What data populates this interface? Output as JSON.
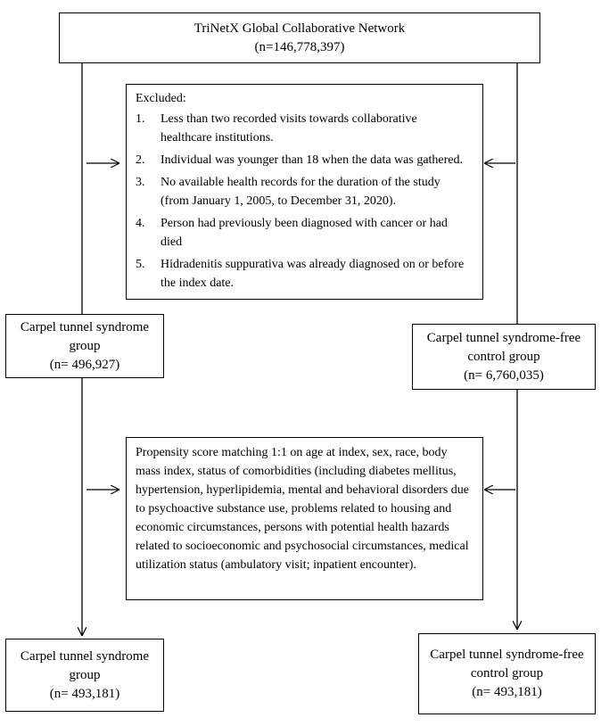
{
  "top": {
    "title": "TriNetX Global Collaborative Network",
    "count": "(n=146,778,397)"
  },
  "exclusion": {
    "heading": "Excluded:",
    "items": [
      {
        "num": "1.",
        "text": "Less than two recorded visits towards collaborative healthcare institutions."
      },
      {
        "num": "2.",
        "text": "Individual was younger than 18 when the data was gathered."
      },
      {
        "num": "3.",
        "text": "No available health records for the duration of the study (from January 1, 2005, to December 31, 2020)."
      },
      {
        "num": "4.",
        "text": "Person had previously been diagnosed with cancer or had died"
      },
      {
        "num": "5.",
        "text": "Hidradenitis suppurativa was already diagnosed on or before the index date."
      }
    ]
  },
  "cts_before": {
    "line1": "Carpel tunnel syndrome",
    "line2": "group",
    "count": "(n= 496,927)"
  },
  "control_before": {
    "line1": "Carpel tunnel syndrome-free",
    "line2": "control group",
    "count": "(n= 6,760,035)"
  },
  "matching": {
    "text": "Propensity score matching 1:1 on age at index, sex, race, body mass index, status of comorbidities (including diabetes mellitus, hypertension, hyperlipidemia, mental and behavioral disorders due to psychoactive substance use, problems related to housing and economic circumstances, persons with potential health hazards related to socioeconomic and psychosocial circumstances, medical utilization status (ambulatory visit; inpatient encounter)."
  },
  "cts_after": {
    "line1": "Carpel tunnel syndrome",
    "line2": "group",
    "count": "(n= 493,181)"
  },
  "control_after": {
    "line1": "Carpel tunnel syndrome-free",
    "line2": "control group",
    "count": "(n= 493,181)"
  }
}
